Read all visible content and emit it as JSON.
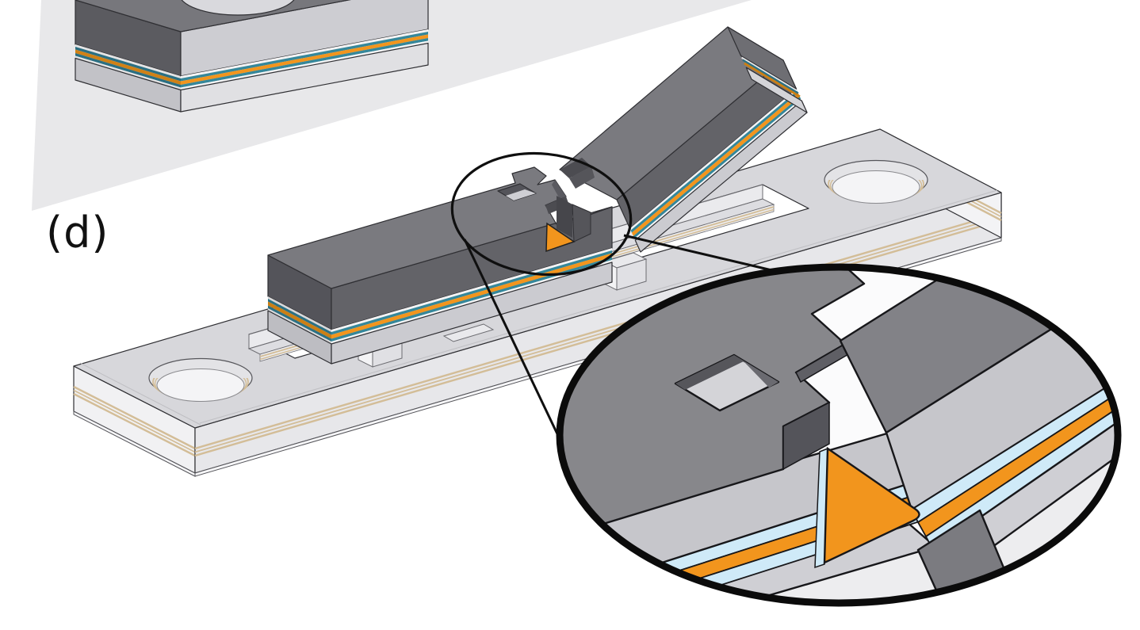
{
  "figure": {
    "panel_label": "(d)",
    "type": "3d-isometric-diagram",
    "description": "Exploded isometric view of a laminate flexure-hinge mechanism: a rigid layered beam with a castellated notch joint bends upward at an orange flexure layer above a machined base frame; a magnifier callout shows the hinge layer stack in detail.",
    "parts": [
      {
        "name": "backdrop-panel",
        "color": "#e8e8ea"
      },
      {
        "name": "adjacent-panel-corner",
        "description": "corner of previous sub-figure laminate plate with circular hole"
      },
      {
        "name": "base-plate",
        "description": "light gray laminate frame with two alignment holes and rectangular window cutout"
      },
      {
        "name": "alignment-hole-left"
      },
      {
        "name": "alignment-hole-right"
      },
      {
        "name": "window-cutout",
        "description": "rectangular opening with inner shelf and support posts"
      },
      {
        "name": "laminated-beam",
        "description": "rigid dark-gray beam with layer stripes on edges"
      },
      {
        "name": "tilted-beam-segment",
        "description": "beam half rotated upward about the flexure hinge"
      },
      {
        "name": "flexure-hinge",
        "description": "orange flexible layer folded at castellated notch joint"
      },
      {
        "name": "detail-ellipse-annotation"
      },
      {
        "name": "magnifier-callout",
        "description": "enlarged cross-section of hinge: gray rigid layers, light-blue adhesive layers, orange flexure layer"
      }
    ],
    "layer_legend": [
      {
        "name": "rigid-layer-top",
        "color": "#85858a"
      },
      {
        "name": "rigid-layer-shaded",
        "color": "#5e5e63"
      },
      {
        "name": "rigid-layer-bottom",
        "color": "#cbcbd0"
      },
      {
        "name": "adhesive-layer",
        "color": "#cfeaf8"
      },
      {
        "name": "flexure-layer",
        "color": "#f2951d"
      },
      {
        "name": "film-layer",
        "color": "#35879a"
      },
      {
        "name": "substrate-layer",
        "color": "#d3bd97"
      }
    ],
    "palette": {
      "background": "#ffffff",
      "backdrop": "#e8e8ea",
      "plate_top": "#d7d7db",
      "plate_face": "#e7e7ea",
      "outline": "#1a1a1a",
      "annotation": "#0d0d0d"
    }
  }
}
